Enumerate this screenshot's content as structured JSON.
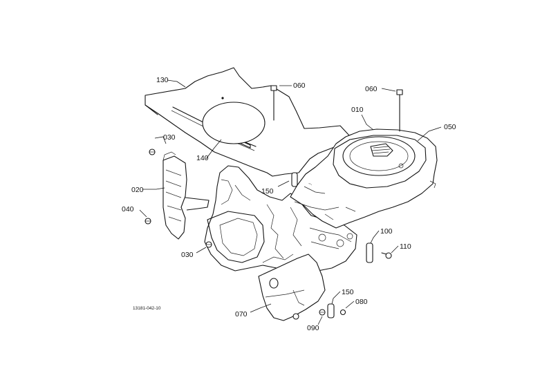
{
  "diagram": {
    "drawing_number": "13181-042-10",
    "callouts": [
      {
        "id": "c130",
        "text": "130"
      },
      {
        "id": "c060a",
        "text": "060"
      },
      {
        "id": "c060b",
        "text": "060"
      },
      {
        "id": "c010",
        "text": "010"
      },
      {
        "id": "c050",
        "text": "050"
      },
      {
        "id": "c030a",
        "text": "030"
      },
      {
        "id": "c140",
        "text": "140"
      },
      {
        "id": "c020",
        "text": "020"
      },
      {
        "id": "c150a",
        "text": "150"
      },
      {
        "id": "c040",
        "text": "040"
      },
      {
        "id": "c100",
        "text": "100"
      },
      {
        "id": "c110",
        "text": "110"
      },
      {
        "id": "c030b",
        "text": "030"
      },
      {
        "id": "c150b",
        "text": "150"
      },
      {
        "id": "c080",
        "text": "080"
      },
      {
        "id": "c070",
        "text": "070"
      },
      {
        "id": "c090",
        "text": "090"
      }
    ]
  }
}
